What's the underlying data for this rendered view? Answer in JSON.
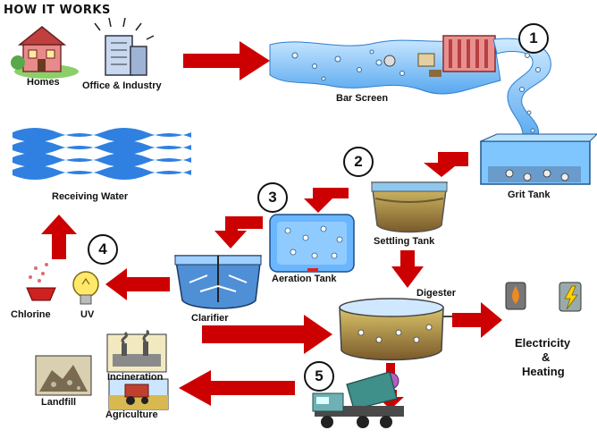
{
  "title": "HOW IT WORKS",
  "labels": {
    "homes": "Homes",
    "office": "Office & Industry",
    "bar_screen": "Bar Screen",
    "grit_tank": "Grit Tank",
    "settling_tank": "Settling Tank",
    "aeration_tank": "Aeration Tank",
    "clarifier": "Clarifier",
    "digester": "Digester",
    "receiving_water": "Receiving Water",
    "chlorine": "Chlorine",
    "uv": "UV",
    "electricity_line1": "Electricity",
    "electricity_amp": "&",
    "electricity_line2": "Heating",
    "incineration": "Incineration",
    "landfill": "Landfill",
    "agriculture": "Agriculture"
  },
  "steps": [
    "1",
    "2",
    "3",
    "4",
    "5"
  ],
  "colors": {
    "arrow": "#cc0000",
    "water": "#3a8ee6",
    "water_light": "#bfe4ff",
    "tank_edge": "#5a6e8a"
  }
}
